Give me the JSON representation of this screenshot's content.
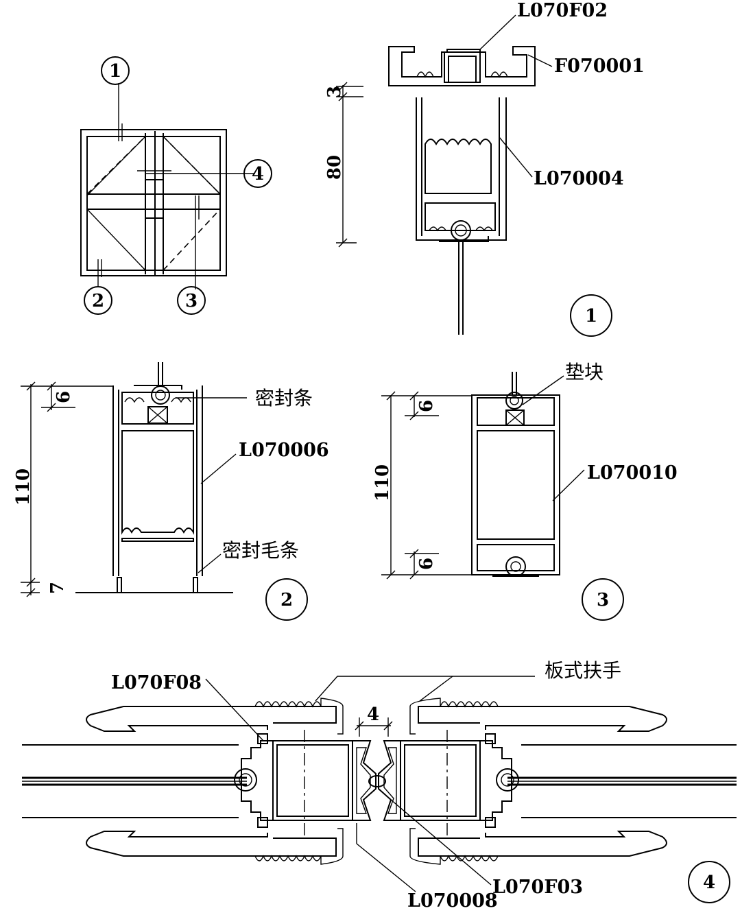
{
  "callouts": {
    "c1": "1",
    "c2": "2",
    "c3": "3",
    "c4": "4",
    "d1": "1",
    "d2": "2",
    "d3": "3",
    "d4": "4"
  },
  "labels": {
    "l070f02": "L070F02",
    "f070001": "F070001",
    "l070004": "L070004",
    "l070006": "L070006",
    "l070010": "L070010",
    "l070f08": "L070F08",
    "l070008": "L070008",
    "l070f03": "L070F03",
    "seal_strip": "密封条",
    "seal_brush": "密封毛条",
    "spacer_block": "垫块",
    "panel_handle": "板式扶手"
  },
  "dimensions": {
    "d3": "3",
    "d80": "80",
    "d6a": "6",
    "d110a": "110",
    "d7": "7",
    "d6b": "6",
    "d110b": "110",
    "d6c": "6",
    "d4": "4"
  }
}
